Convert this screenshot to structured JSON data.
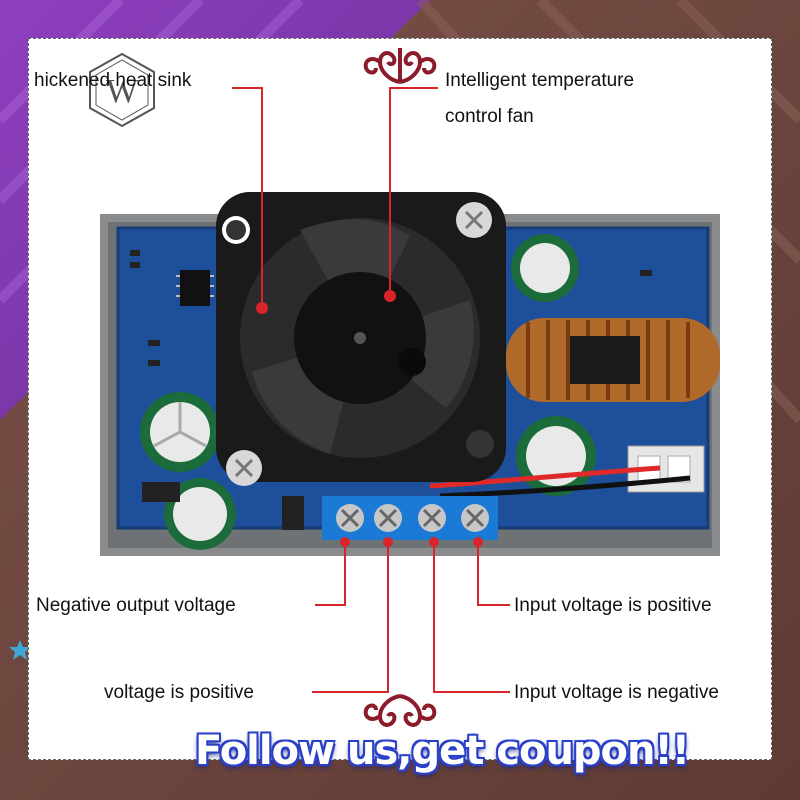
{
  "labels": {
    "heat_sink": "hickened heat sink",
    "fan_line1": "Intelligent temperature",
    "fan_line2": "control fan",
    "neg_output": "Negative output voltage",
    "out_positive": "voltage is positive",
    "in_positive": "Input voltage is positive",
    "in_negative": "Input voltage is negative"
  },
  "promo": "Follow us,get coupon!!",
  "colors": {
    "leader_line": "#d9252a",
    "border_left": "#7a3fa0",
    "border_right": "#6e4b42",
    "ornament": "#8b1c2a",
    "promo_outline": "#2b40c9"
  }
}
